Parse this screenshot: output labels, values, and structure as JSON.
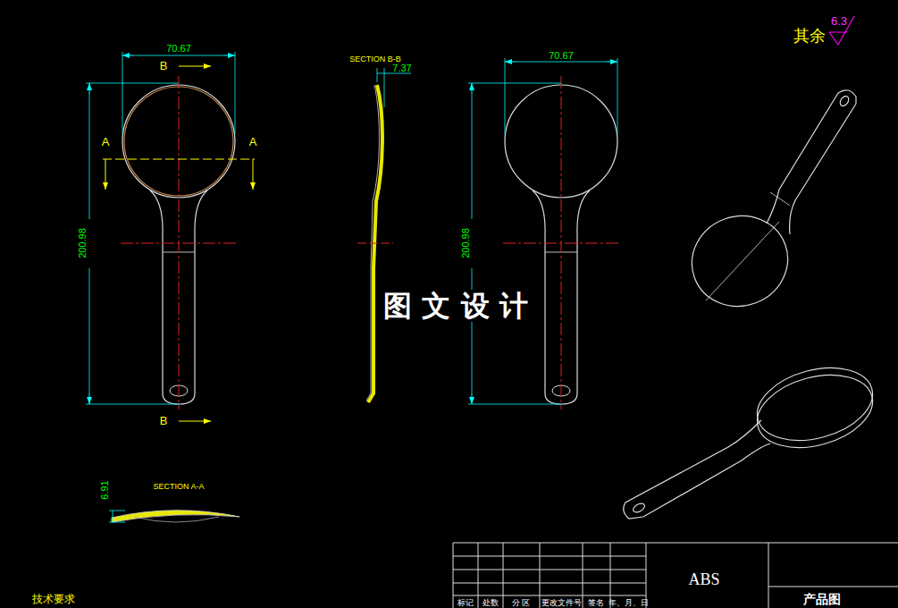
{
  "diagram": {
    "labels": [
      "70.67",
      "B",
      "A",
      "A",
      "200.98",
      "B",
      "SECTION B-B",
      "7.37",
      "70.67",
      "200.98",
      "图 文 设 计",
      "SECTION A-A",
      "6.91",
      "其余",
      "6.3",
      "ABS",
      "标记",
      "处数",
      "分 区",
      "更改文件号",
      "签名",
      "年、月、日",
      "产品图",
      "技术要求"
    ]
  }
}
